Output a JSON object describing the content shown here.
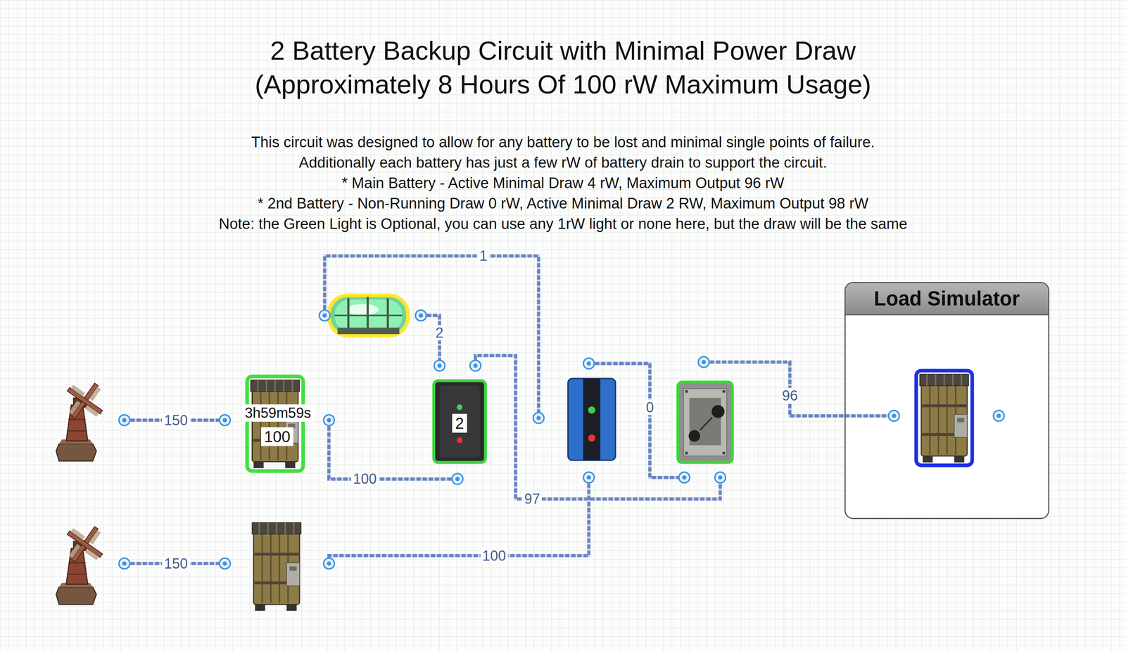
{
  "diagram": {
    "title": "2 Battery Backup Circuit with Minimal Power Draw (Approximately 8 Hours Of 100 rW Maximum Usage)",
    "nodes": [
      {
        "text": [
          "3h59m59s",
          "100"
        ]
      },
      {
        "text": [
          "2"
        ]
      },
      {
        "text": [
          "Load Simulator"
        ]
      }
    ],
    "edges": [
      {
        "from": 0,
        "to": 1,
        "arrow": "none",
        "label": "100"
      }
    ],
    "labels": [
      "This circuit was designed to allow for any battery to be lost and minimal single points of failure.",
      "Additionally each battery has just a few rW of battery drain to support the circuit.",
      "* Main Battery - Active Minimal Draw 4 rW, Maximum Output 96 rW",
      "* 2nd Battery - Non-Running Draw 0 rW, Active Minimal Draw 2 RW, Maximum Output 98 rW",
      "Note: the Green Light is Optional, you can use any 1rW light or none here, but the draw will be the same",
      "150",
      "150",
      "2",
      "1",
      "97",
      "100",
      "0",
      "96"
    ]
  }
}
